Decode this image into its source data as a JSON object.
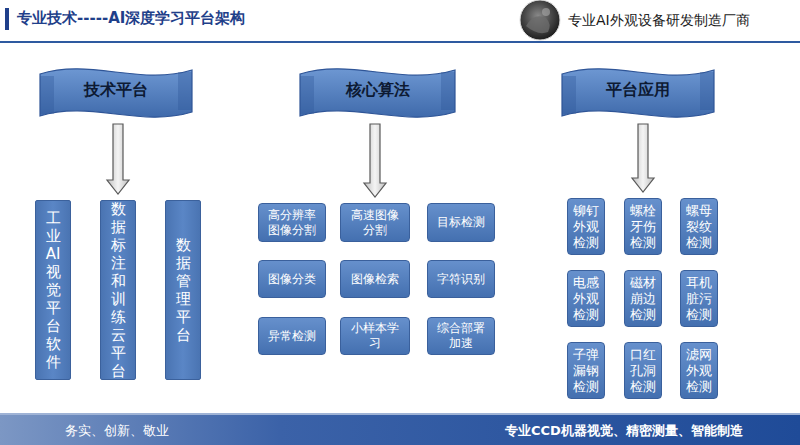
{
  "diagram": {
    "title": "专业技术-----AI深度学习平台架构",
    "nodes": [
      {
        "text": [
          "技术平台"
        ]
      },
      {
        "text": [
          "核心算法"
        ]
      },
      {
        "text": [
          "平台应用"
        ]
      },
      {
        "text": [
          "工业AI视觉平台软件"
        ]
      },
      {
        "text": [
          "数据标注和训练云平台"
        ]
      },
      {
        "text": [
          "数据管理平台"
        ]
      },
      {
        "text": [
          "高分辨率图像分割"
        ]
      },
      {
        "text": [
          "高速图像分割"
        ]
      },
      {
        "text": [
          "目标检测"
        ]
      },
      {
        "text": [
          "图像分类"
        ]
      },
      {
        "text": [
          "图像检索"
        ]
      },
      {
        "text": [
          "字符识别"
        ]
      },
      {
        "text": [
          "异常检测"
        ]
      },
      {
        "text": [
          "小样本学习"
        ]
      },
      {
        "text": [
          "综合部署加速"
        ]
      },
      {
        "text": [
          "铆钉外观检测"
        ]
      },
      {
        "text": [
          "螺栓牙伤检测"
        ]
      },
      {
        "text": [
          "螺母裂纹检测"
        ]
      },
      {
        "text": [
          "电感外观检测"
        ]
      },
      {
        "text": [
          "磁材崩边检测"
        ]
      },
      {
        "text": [
          "耳机脏污检测"
        ]
      },
      {
        "text": [
          "子弹漏钢检测"
        ]
      },
      {
        "text": [
          "口红孔洞检测"
        ]
      },
      {
        "text": [
          "滤网外观检测"
        ]
      },
      {
        "text": [
          "务实、创新、敬业",
          "专业CCD机器视觉、精密测量、智能制造"
        ]
      }
    ],
    "edges": [
      {
        "from": 0,
        "to": 4,
        "arrow": "to"
      },
      {
        "from": 1,
        "to": 7,
        "arrow": "to"
      },
      {
        "from": 2,
        "to": 16,
        "arrow": "to"
      }
    ],
    "labels": [
      "专业AI外观设备研发制造厂商"
    ]
  }
}
